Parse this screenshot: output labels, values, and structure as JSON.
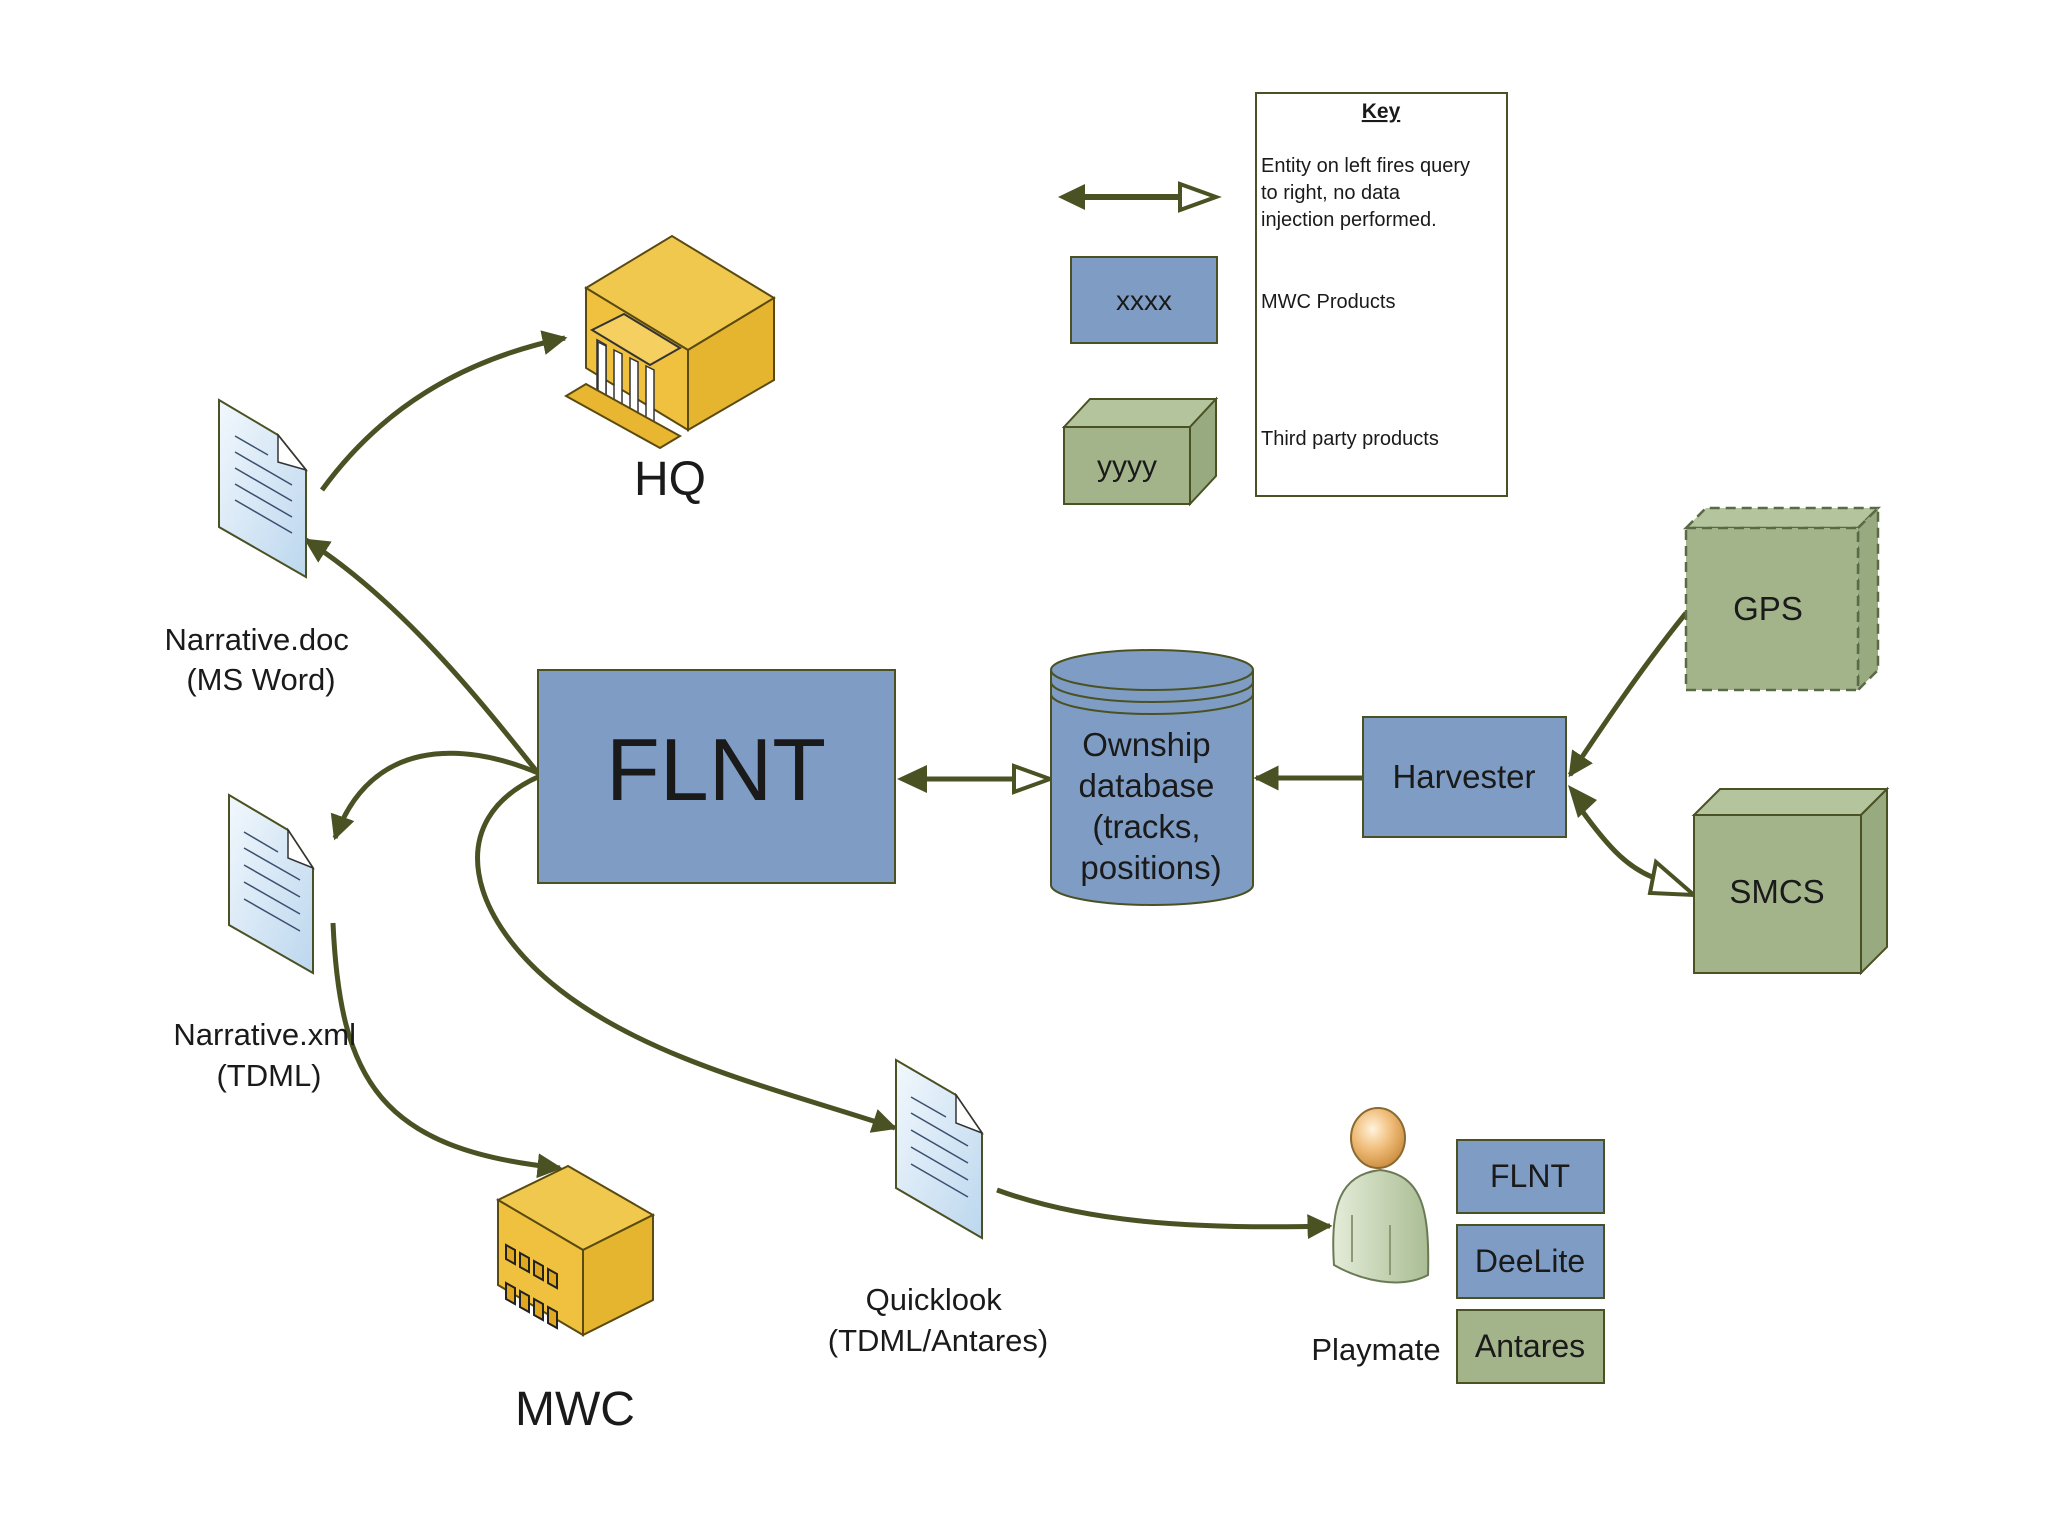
{
  "colors": {
    "mwc_product": "#7f9dc4",
    "third_party": "#a3b48b",
    "arrow": "#4a5224",
    "building": "#e8bb3a",
    "document": "#d9e8f5"
  },
  "key": {
    "title": "Key",
    "entries": [
      {
        "symbol": "query-arrow",
        "lines": [
          "Entity on left fires query",
          "to right, no data",
          "injection performed."
        ]
      },
      {
        "symbol": "mwc-box",
        "sample": "xxxx",
        "lines": [
          "MWC Products"
        ]
      },
      {
        "symbol": "third-party-cube",
        "sample": "yyyy",
        "lines": [
          "Third party products"
        ]
      }
    ]
  },
  "nodes": {
    "hq": {
      "label": "HQ"
    },
    "mwc": {
      "label": "MWC"
    },
    "narrative_doc": {
      "lines": [
        "Narrative.doc",
        "(MS Word)"
      ]
    },
    "narrative_xml": {
      "lines": [
        "Narrative.xml",
        "(TDML)"
      ]
    },
    "quicklook": {
      "lines": [
        "Quicklook",
        "(TDML/Antares)"
      ]
    },
    "flnt": {
      "label": "FLNT"
    },
    "ownship_db": {
      "lines": [
        "Ownship",
        "database",
        "(tracks,",
        "positions)"
      ]
    },
    "harvester": {
      "label": "Harvester"
    },
    "gps": {
      "label": "GPS"
    },
    "smcs": {
      "label": "SMCS"
    },
    "playmate": {
      "label": "Playmate",
      "tools": [
        {
          "label": "FLNT",
          "kind": "mwc"
        },
        {
          "label": "DeeLite",
          "kind": "mwc"
        },
        {
          "label": "Antares",
          "kind": "third_party"
        }
      ]
    }
  },
  "edges": [
    {
      "from": "narrative_doc",
      "to": "hq",
      "type": "data-flow"
    },
    {
      "from": "flnt",
      "to": "narrative_doc",
      "type": "data-flow"
    },
    {
      "from": "flnt",
      "to": "narrative_xml",
      "type": "data-flow"
    },
    {
      "from": "narrative_xml",
      "to": "mwc",
      "type": "data-flow"
    },
    {
      "from": "flnt",
      "to": "quicklook",
      "type": "data-flow"
    },
    {
      "from": "quicklook",
      "to": "playmate",
      "type": "data-flow"
    },
    {
      "from": "flnt",
      "to": "ownship_db",
      "type": "query"
    },
    {
      "from": "harvester",
      "to": "ownship_db",
      "type": "data-flow"
    },
    {
      "from": "gps",
      "to": "harvester",
      "type": "data-flow"
    },
    {
      "from": "harvester",
      "to": "smcs",
      "type": "query"
    }
  ]
}
